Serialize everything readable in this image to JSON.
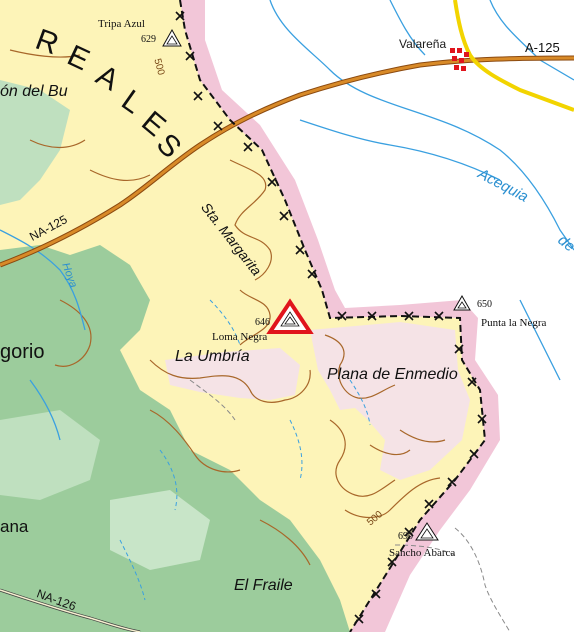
{
  "colors": {
    "terrain_low": "#cfe6cf",
    "terrain_green": "#9ccc9c",
    "terrain_yellow": "#fdf4b8",
    "terrain_pink": "#f5e3e6",
    "park_border": "#e8a8c4",
    "contour": "#a8672a",
    "river": "#3aa0e0",
    "road_orange": "#c97a1a",
    "road_yellow": "#f2d400",
    "summit_red": "#e0141c"
  },
  "region": {
    "letters": [
      "R",
      "E",
      "A",
      "L",
      "E",
      "S"
    ]
  },
  "places": {
    "tripa_azul": "Tripa Azul",
    "valarena": "Valareña",
    "on_del_bu": "ón del Bu",
    "sta_margarita": "Sta. Margarita",
    "loma_negra": "Loma Negra",
    "la_umbria": "La Umbría",
    "plana_de_enmedio": "Plana de Enmedio",
    "punta_la_negra": "Punta la Negra",
    "sancho_abarca": "Sancho Abarca",
    "gorio": "gorio",
    "ana": "ana",
    "el_fraile": "El Fraile",
    "acequia": "Acequia",
    "acequia_de": "de",
    "hoya": "Hoya"
  },
  "elevations": {
    "tripa_azul": "629",
    "loma_negra": "646",
    "punta_la_negra": "650",
    "sancho_abarca": "690"
  },
  "contours": {
    "c500_a": "500",
    "c500_b": "500"
  },
  "roads": {
    "a125": "A-125",
    "na125": "NA-125",
    "na126": "NA-126"
  }
}
